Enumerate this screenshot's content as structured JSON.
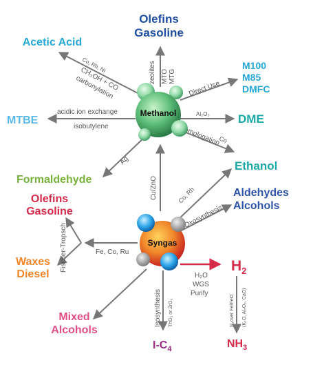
{
  "colors": {
    "arrow": "#777777",
    "methanol_node": "#5fbf7a",
    "syngas_node": "#e25b2a",
    "blue_dark": "#1f4fa0",
    "cyan": "#24a8d8",
    "teal": "#1aa9a6",
    "green": "#77b33a",
    "red": "#d62a4b",
    "orange": "#f0862a",
    "pink": "#e04f86",
    "purple": "#9b2a86"
  },
  "nodes": {
    "methanol": "Methanol",
    "syngas": "Syngas"
  },
  "products": {
    "olefins_gasoline_top_1": "Olefins",
    "olefins_gasoline_top_2": "Gasoline",
    "acetic_acid": "Acetic Acid",
    "m100": "M100",
    "m85": "M85",
    "dmfc": "DMFC",
    "mtbe": "MTBE",
    "dme": "DME",
    "formaldehyde": "Formaldehyde",
    "ethanol": "Ethanol",
    "aldehydes": "Aldehydes",
    "alcohols": "Alcohols",
    "olefins_left_1": "Olefins",
    "olefins_left_2": "Gasoline",
    "waxes": "Waxes",
    "diesel": "Diesel",
    "h2": "H",
    "h2_sub": "2",
    "mixed_1": "Mixed",
    "mixed_2": "Alcohols",
    "ic4": "I-C",
    "ic4_sub": "4",
    "nh3": "NH",
    "nh3_sub": "3"
  },
  "labels": {
    "zeolites": "zeolites",
    "mto": "MTO",
    "mtg": "MTG",
    "co_rh_ni": "Co, Rh, Ni",
    "ch3oh_co": "CH₃OH + CO",
    "carbonylation": "carbonylation",
    "direct_use": "Direct Use",
    "acidic_ion": "acidic ion exchange",
    "isobutylene": "isobutylene",
    "al2o3": "Al₂O₃",
    "homologation": "homologation",
    "co": "Co",
    "ag": "Ag",
    "cu_zno": "Cu/ZnO",
    "co_rh": "Co, Rh",
    "oxosynthesis": "Oxosynthesis",
    "fischer_tropsch": "Fischer-Tropsch",
    "fe_co_ru": "Fe, Co, Ru",
    "h2o": "H₂O",
    "wgs": "WGS",
    "purify": "Purify",
    "isosynthesis": "Isosynthesis",
    "tho2": "ThO₂ or ZrO₂",
    "n2_over": "N₂over Fe/FeO",
    "k2o": "(K₂O, Al₂O₃, CaO)"
  }
}
